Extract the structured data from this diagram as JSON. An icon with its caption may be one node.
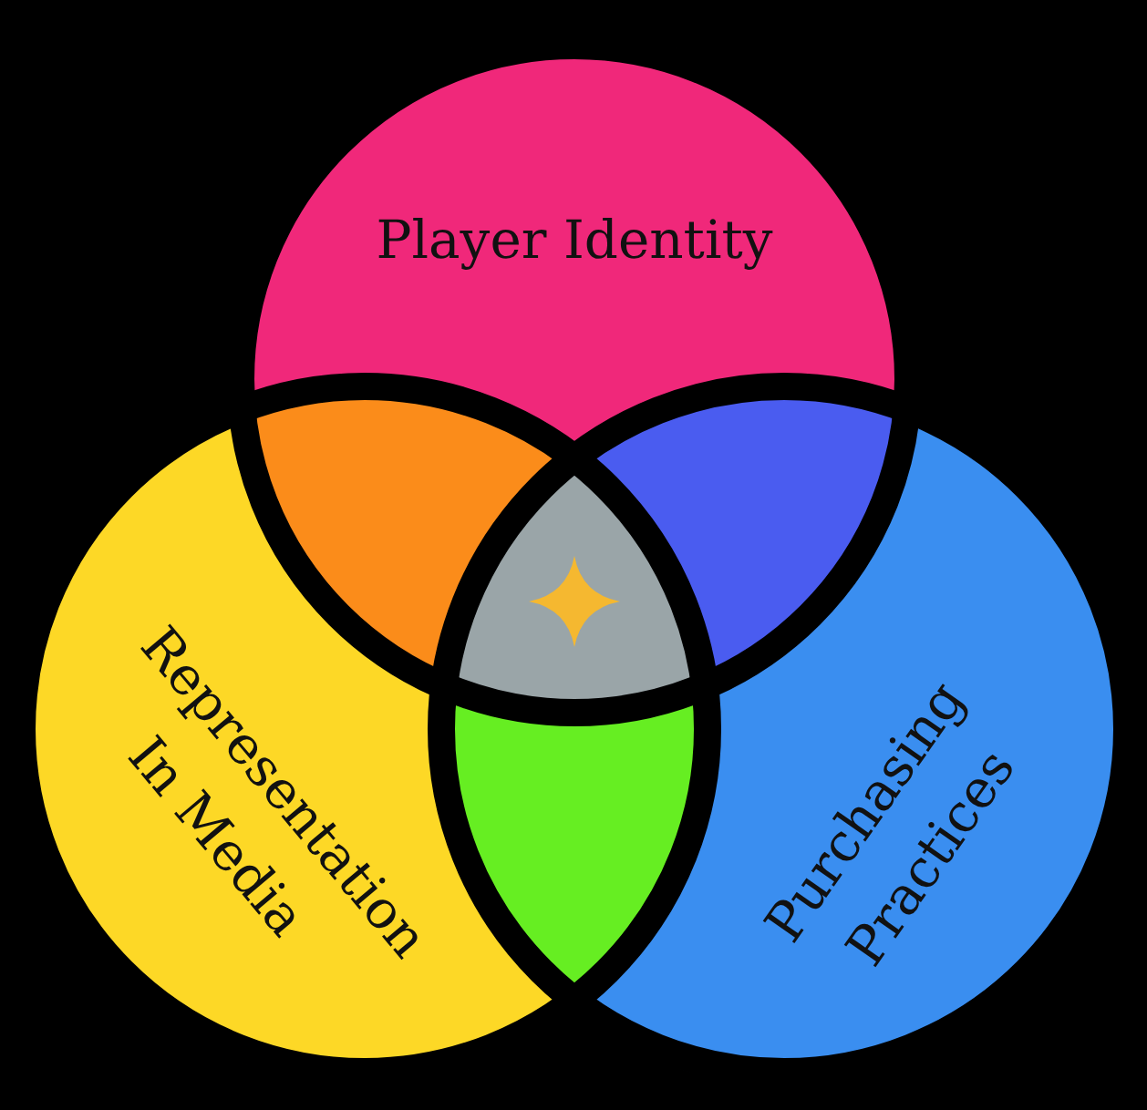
{
  "diagram": {
    "nodes": [
      {
        "text": [
          "Player Identity"
        ]
      },
      {
        "text": [
          "Representation In Media"
        ]
      },
      {
        "text": [
          "Purchasing Practices"
        ]
      }
    ]
  }
}
